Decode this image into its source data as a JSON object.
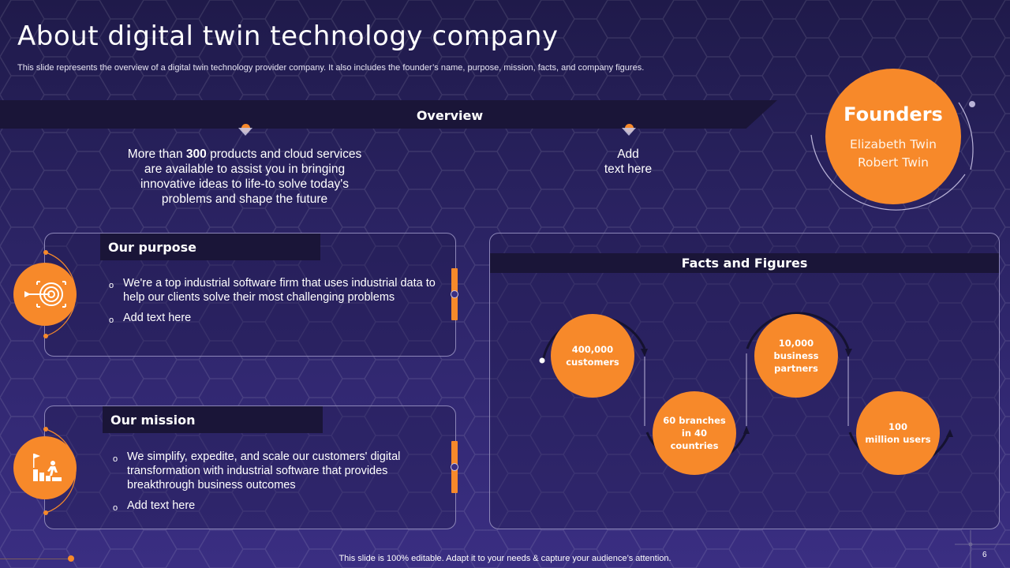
{
  "slide": {
    "title": "About digital twin technology company",
    "subtitle": "This slide represents the overview of a digital twin technology provider company. It also includes the founder’s name, purpose, mission, facts, and company figures.",
    "page_number": "6",
    "footer": "This slide is 100% editable. Adapt it to your needs & capture your audience’s attention."
  },
  "overview": {
    "label": "Overview",
    "left_text_before": "More than ",
    "left_text_bold": "300",
    "left_text_after": " products and cloud services are available to assist you in bringing innovative ideas to life-to solve today's problems and shape the future",
    "right_text_line1": "Add",
    "right_text_line2": "text here"
  },
  "founders": {
    "title": "Founders",
    "names": [
      "Elizabeth Twin",
      "Robert Twin"
    ]
  },
  "purpose": {
    "heading": "Our purpose",
    "icon": "target-icon",
    "bullets": [
      "We're a top industrial software firm that uses industrial data to help our clients solve their most challenging problems",
      "Add text here"
    ]
  },
  "mission": {
    "heading": "Our mission",
    "icon": "growth-stairs-icon",
    "bullets": [
      "We simplify, expedite, and scale our customers' digital transformation with industrial software that provides breakthrough business outcomes",
      "Add text here"
    ]
  },
  "facts": {
    "heading": "Facts and Figures",
    "items": [
      {
        "line1": "400,000",
        "line2": "customers",
        "line3": ""
      },
      {
        "line1": "60 branches",
        "line2": "in 40",
        "line3": "countries"
      },
      {
        "line1": "10,000",
        "line2": "business",
        "line3": "partners"
      },
      {
        "line1": "100",
        "line2": "million users",
        "line3": ""
      }
    ]
  },
  "colors": {
    "accent": "#f7892a",
    "band": "#1a1538",
    "background": "#2c2466"
  }
}
